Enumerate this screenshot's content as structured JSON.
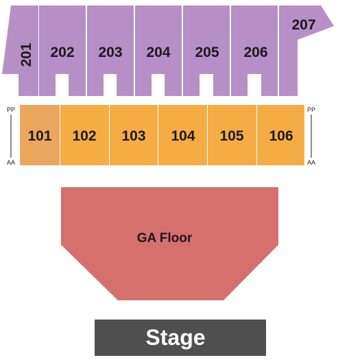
{
  "colors": {
    "upper": "#b68fc6",
    "lower": "#f5ac45",
    "lower_highlight": "#eba65e",
    "floor": "#d6706c",
    "stage": "#4f4f4f"
  },
  "upper_sections": {
    "s201": "201",
    "s202": "202",
    "s203": "203",
    "s204": "204",
    "s205": "205",
    "s206": "206",
    "s207": "207"
  },
  "lower_sections": {
    "s101": "101",
    "s102": "102",
    "s103": "103",
    "s104": "104",
    "s105": "105",
    "s106": "106"
  },
  "rows": {
    "left_top": "PP",
    "left_bottom": "AA",
    "right_top": "PP",
    "right_bottom": "AA"
  },
  "floor": {
    "label": "GA Floor"
  },
  "stage": {
    "label": "Stage"
  }
}
